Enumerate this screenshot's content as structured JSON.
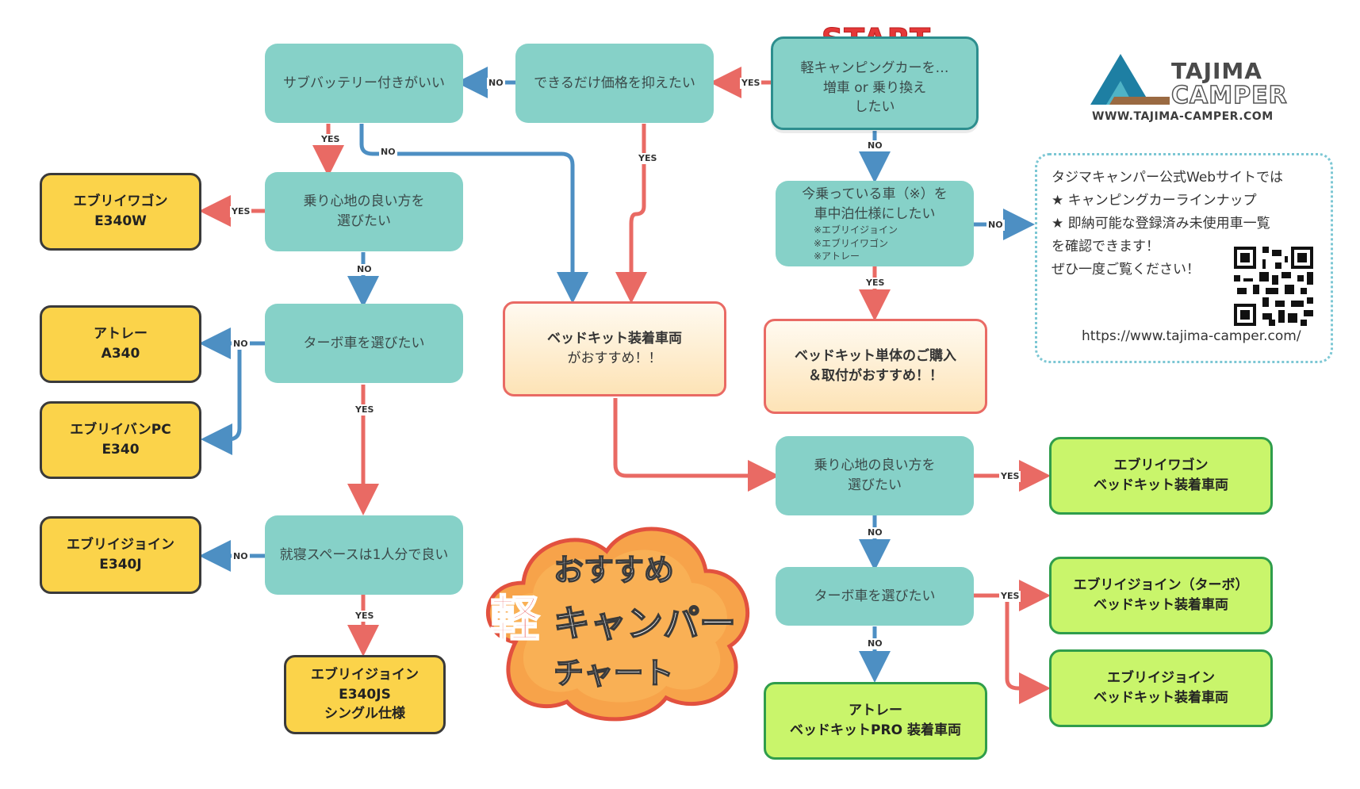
{
  "start": {
    "title": "START",
    "lines": [
      "軽キャンピングカーを…",
      "増車 or 乗り換え",
      "したい"
    ]
  },
  "questions": {
    "price": "できるだけ価格を抑えたい",
    "subbattery": "サブバッテリー付きがいい",
    "comfort_left": [
      "乗り心地の良い方を",
      "選びたい"
    ],
    "turbo_left": "ターボ車を選びたい",
    "sleep_space": "就寝スペースは1人分で良い",
    "current_car": [
      "今乗っている車（※）を",
      "車中泊仕様にしたい"
    ],
    "current_car_notes": [
      "※エブリイジョイン",
      "※エブリイワゴン",
      "※アトレー"
    ],
    "comfort_right": [
      "乗り心地の良い方を",
      "選びたい"
    ],
    "turbo_right": "ターボ車を選びたい"
  },
  "results": {
    "wagon": [
      "エブリイワゴン",
      "E340W"
    ],
    "atrai": [
      "アトレー",
      "A340"
    ],
    "van": [
      "エブリイバンPC",
      "E340"
    ],
    "join": [
      "エブリイジョイン",
      "E340J"
    ],
    "join_single": [
      "エブリイジョイン",
      "E340JS",
      "シングル仕様"
    ],
    "bedkit": [
      "ベッドキット装着車両",
      "がおすすめ！！"
    ],
    "bedkit_only": [
      "ベッドキット単体のご購入",
      "＆取付がおすすめ！！"
    ],
    "wagon_bed": [
      "エブリイワゴン",
      "ベッドキット装着車両"
    ],
    "join_turbo_bed": [
      "エブリイジョイン（ターボ）",
      "ベッドキット装着車両"
    ],
    "join_bed": [
      "エブリイジョイン",
      "ベッドキット装着車両"
    ],
    "atrai_pro": [
      "アトレー",
      "ベッドキットPRO 装着車両"
    ]
  },
  "edge_labels": {
    "yes": "YES",
    "no": "NO"
  },
  "title_badge": {
    "line1": "おすすめ",
    "kanji": "軽",
    "line2": "キャンパー",
    "line3": "チャート"
  },
  "logo": {
    "name1": "TAJIMA",
    "name2": "CAMPER",
    "url": "WWW.TAJIMA-CAMPER.COM"
  },
  "info": {
    "lines": [
      "タジマキャンパー公式Webサイトでは",
      "★ キャンピングカーラインナップ",
      "★ 即納可能な登録済み未使用車一覧",
      "を確認できます！",
      "ぜひ一度ご覧ください！"
    ],
    "url": "https://www.tajima-camper.com/"
  },
  "colors": {
    "question": "#86d1c8",
    "yellow_result": "#fbd34a",
    "green_result": "#c9f56b",
    "yes_arrow": "#e96a64",
    "no_arrow": "#4d8fc3",
    "start_text": "#e53838"
  }
}
